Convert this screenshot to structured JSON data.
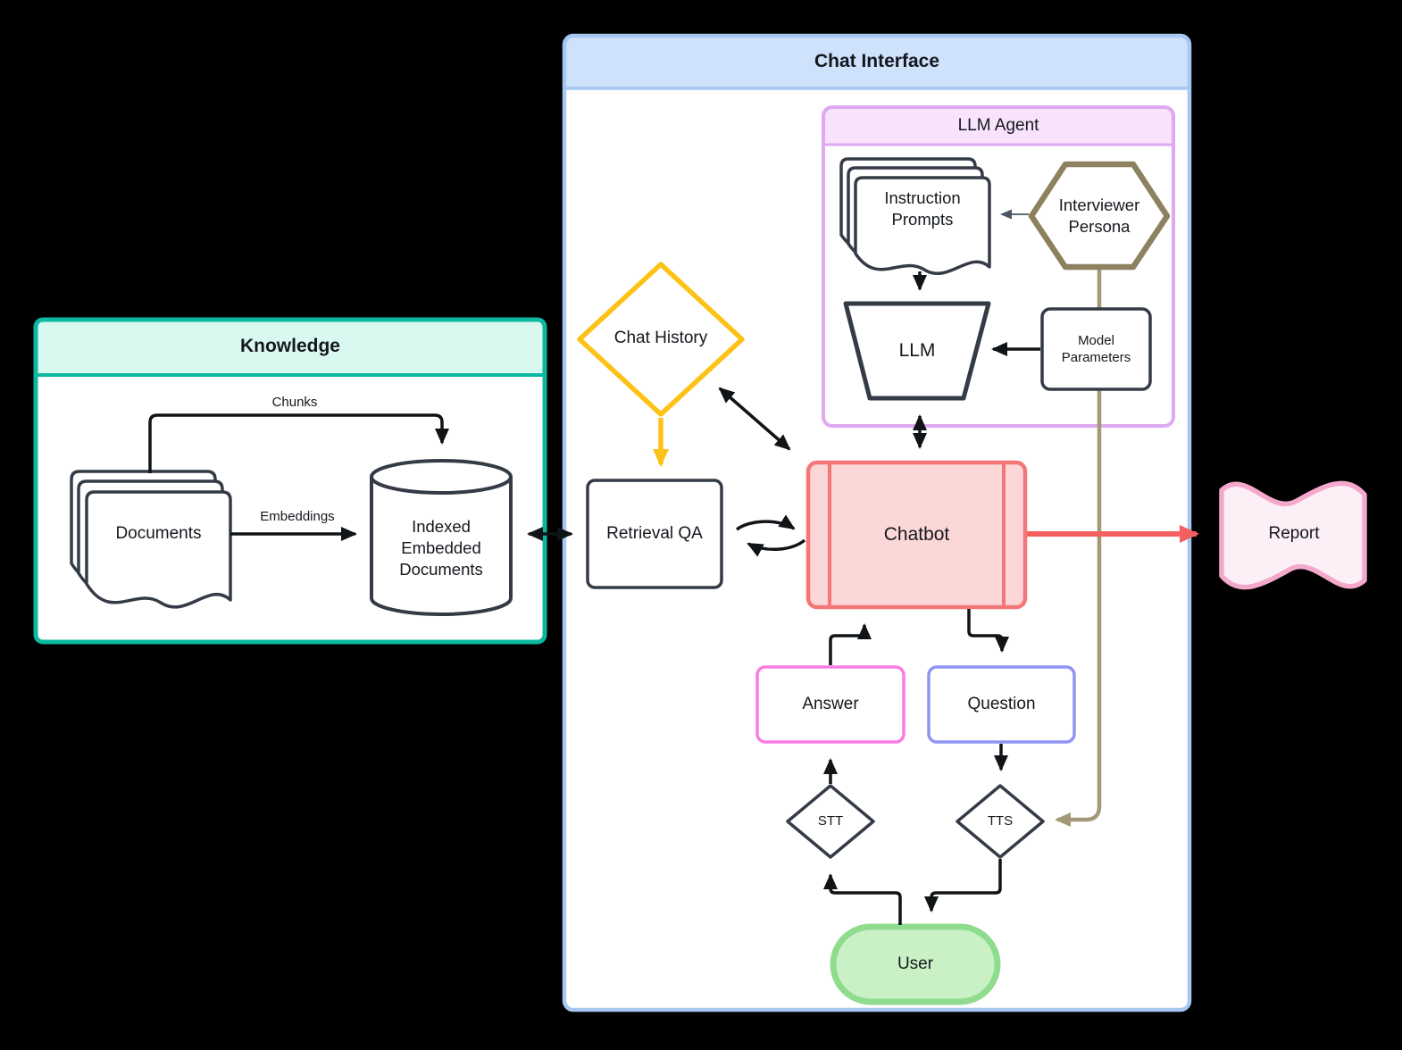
{
  "canvas": {
    "background": "#000000"
  },
  "containers": {
    "chat_interface": {
      "title": "Chat Interface",
      "border": "#a7c7f2",
      "header_fill": "#cee2fb",
      "body_fill": "#ffffff"
    },
    "llm_agent": {
      "title": "LLM Agent",
      "border": "#dfa9f2",
      "header_fill": "#f8e2fc",
      "body_fill": "#ffffff"
    },
    "knowledge": {
      "title": "Knowledge",
      "border": "#0cb9a0",
      "header_fill": "#d9f8f0",
      "body_fill": "#ffffff"
    }
  },
  "nodes": {
    "documents": {
      "label": "Documents",
      "shape": "multi-document",
      "stroke": "#343b46",
      "fill": "#ffffff"
    },
    "indexed_embedded_documents": {
      "label": "Indexed Embedded Documents",
      "shape": "cylinder",
      "stroke": "#343b46",
      "fill": "#ffffff"
    },
    "chat_history": {
      "label": "Chat History",
      "shape": "diamond",
      "stroke": "#fdc216",
      "fill": "#ffffff"
    },
    "retrieval_qa": {
      "label": "Retrieval QA",
      "shape": "rectangle",
      "stroke": "#343b46",
      "fill": "#ffffff"
    },
    "chatbot": {
      "label": "Chatbot",
      "shape": "predefined-process",
      "stroke": "#f57676",
      "fill": "#fcd7d7"
    },
    "instruction_prompts": {
      "label": "Instruction Prompts",
      "shape": "multi-document",
      "stroke": "#343b46",
      "fill": "#ffffff"
    },
    "interviewer_persona": {
      "label": "Interviewer Persona",
      "shape": "hexagon",
      "stroke": "#8d8160",
      "fill": "#ffffff"
    },
    "llm": {
      "label": "LLM",
      "shape": "inverted-trapezoid",
      "stroke": "#343b46",
      "fill": "#ffffff"
    },
    "model_parameters": {
      "label": "Model Parameters",
      "shape": "rectangle",
      "stroke": "#343b46",
      "fill": "#ffffff"
    },
    "answer": {
      "label": "Answer",
      "shape": "rounded-rectangle",
      "stroke": "#fa7ce2",
      "fill": "#ffffff"
    },
    "question": {
      "label": "Question",
      "shape": "rounded-rectangle",
      "stroke": "#9093f4",
      "fill": "#ffffff"
    },
    "stt": {
      "label": "STT",
      "shape": "diamond",
      "stroke": "#343b46",
      "fill": "#ffffff"
    },
    "tts": {
      "label": "TTS",
      "shape": "diamond",
      "stroke": "#343b46",
      "fill": "#ffffff"
    },
    "user": {
      "label": "User",
      "shape": "pill",
      "stroke": "#8fdc8f",
      "fill": "#c9f1c5"
    },
    "report": {
      "label": "Report",
      "shape": "wavy-flag",
      "stroke": "#f4a8cc",
      "fill": "#fdeff6"
    }
  },
  "edge_labels": {
    "chunks": "Chunks",
    "embeddings": "Embeddings"
  },
  "edges": [
    {
      "from": "documents",
      "to": "indexed_embedded_documents",
      "label": "Chunks",
      "color": "#111417"
    },
    {
      "from": "documents",
      "to": "indexed_embedded_documents",
      "label": "Embeddings",
      "color": "#111417"
    },
    {
      "from": "indexed_embedded_documents",
      "to": "retrieval_qa",
      "bidirectional": true,
      "color": "#111417"
    },
    {
      "from": "chat_history",
      "to": "retrieval_qa",
      "color": "#fdc216"
    },
    {
      "from": "chat_history",
      "to": "chatbot",
      "bidirectional": true,
      "color": "#111417"
    },
    {
      "from": "retrieval_qa",
      "to": "chatbot",
      "style": "cycle-loop",
      "color": "#111417"
    },
    {
      "from": "interviewer_persona",
      "to": "instruction_prompts",
      "color": "#4b5563"
    },
    {
      "from": "instruction_prompts",
      "to": "llm",
      "color": "#111417"
    },
    {
      "from": "model_parameters",
      "to": "llm",
      "color": "#111417"
    },
    {
      "from": "llm",
      "to": "chatbot",
      "bidirectional": true,
      "color": "#111417"
    },
    {
      "from": "interviewer_persona",
      "to": "tts",
      "color": "#a29877"
    },
    {
      "from": "chatbot",
      "to": "question",
      "color": "#111417"
    },
    {
      "from": "answer",
      "to": "chatbot",
      "color": "#111417"
    },
    {
      "from": "stt",
      "to": "answer",
      "color": "#111417"
    },
    {
      "from": "question",
      "to": "tts",
      "color": "#111417"
    },
    {
      "from": "user",
      "to": "stt",
      "color": "#111417"
    },
    {
      "from": "tts",
      "to": "user",
      "color": "#111417"
    },
    {
      "from": "chatbot",
      "to": "report",
      "color": "#f55f5f"
    }
  ]
}
